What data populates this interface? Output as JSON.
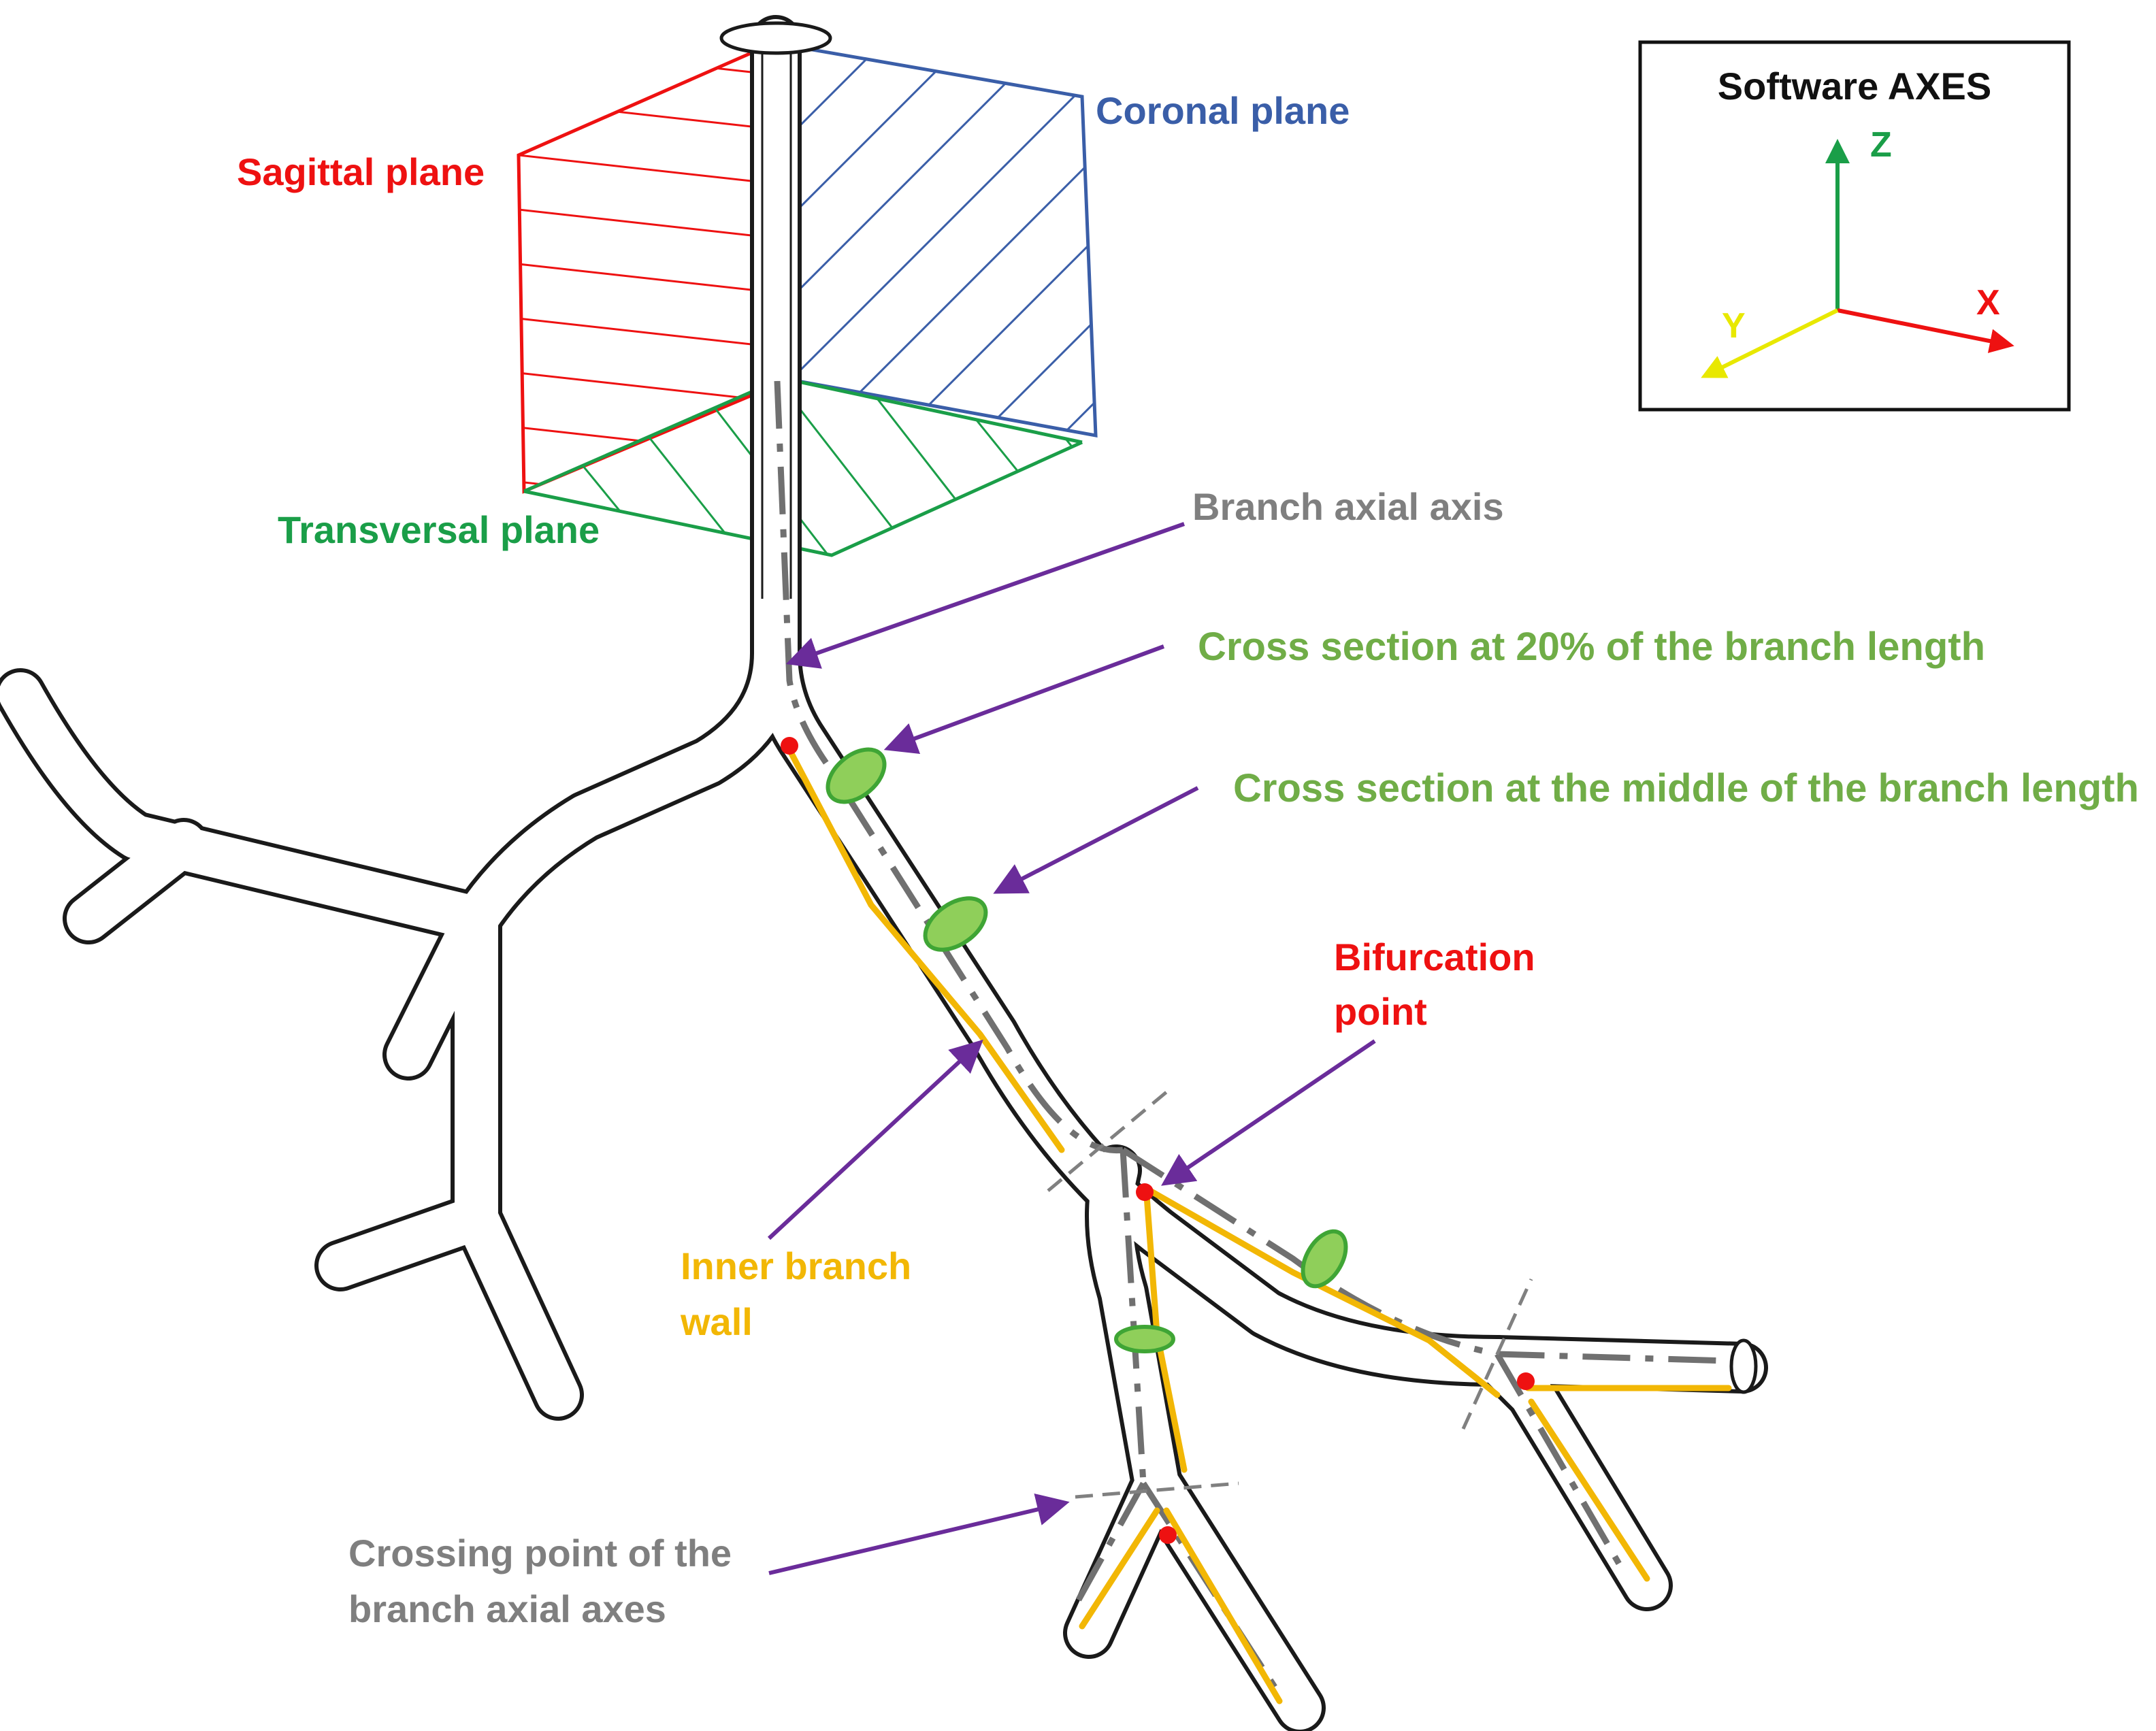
{
  "planes": {
    "sagittal": {
      "label": "Sagittal plane",
      "color": "#ee1111"
    },
    "coronal": {
      "label": "Coronal plane",
      "color": "#3a5ea8"
    },
    "transversal": {
      "label": "Transversal plane",
      "color": "#1a9e48"
    }
  },
  "axes_box": {
    "title": "Software AXES",
    "z": {
      "label": "Z",
      "color": "#1a9e48"
    },
    "x": {
      "label": "X",
      "color": "#ee1111"
    },
    "y": {
      "label": "Y",
      "color": "#e8e800"
    }
  },
  "annotations": {
    "branch_axial_axis": {
      "label": "Branch axial axis",
      "color": "#7f7f7f"
    },
    "cross_section_20": {
      "label": "Cross section at 20% of the branch length",
      "color": "#70ad47"
    },
    "cross_section_mid": {
      "label": "Cross section at the middle of the branch length",
      "color": "#70ad47"
    },
    "bifurcation": {
      "line1": "Bifurcation",
      "line2": "point",
      "color": "#ee1111"
    },
    "inner_wall": {
      "line1": "Inner branch",
      "line2": "wall",
      "color": "#f2b705"
    },
    "crossing": {
      "line1": "Crossing point of the",
      "line2": "branch axial axes",
      "color": "#7f7f7f"
    }
  },
  "colors": {
    "arrow": "#6a2c9a",
    "tube_outline": "#1a1a1a",
    "axial_line": "#707070",
    "inner_wall": "#f2b705",
    "cross_section_fill": "#8fcf5a",
    "cross_section_stroke": "#3fa535",
    "point": "#ee1111"
  }
}
